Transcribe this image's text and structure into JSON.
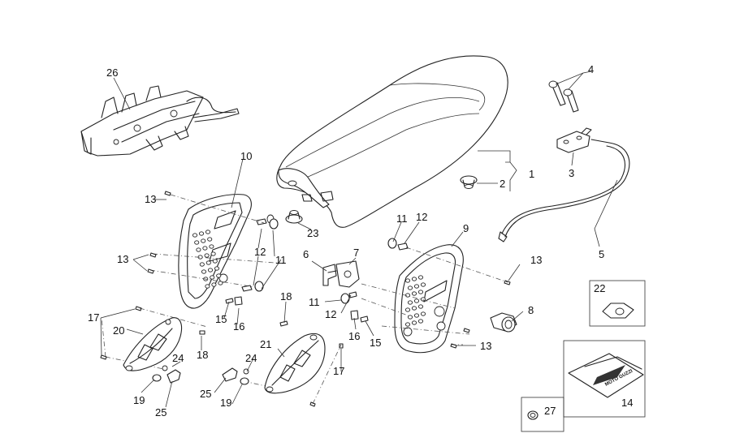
{
  "callouts": {
    "c1": "1",
    "c2": "2",
    "c3": "3",
    "c4": "4",
    "c5": "5",
    "c6": "6",
    "c7": "7",
    "c8": "8",
    "c9": "9",
    "c10": "10",
    "c11a": "11",
    "c11b": "11",
    "c11c": "11",
    "c12a": "12",
    "c12b": "12",
    "c12c": "12",
    "c13a": "13",
    "c13b": "13",
    "c13c": "13",
    "c13d": "13",
    "c14": "14",
    "c15a": "15",
    "c15b": "15",
    "c16a": "16",
    "c16b": "16",
    "c17a": "17",
    "c17b": "17",
    "c18a": "18",
    "c18b": "18",
    "c19a": "19",
    "c19b": "19",
    "c20": "20",
    "c21": "21",
    "c22": "22",
    "c23": "23",
    "c24a": "24",
    "c24b": "24",
    "c25a": "25",
    "c25b": "25",
    "c26": "26",
    "c27": "27"
  },
  "kit_logo_text": "MOTO GUZZI"
}
